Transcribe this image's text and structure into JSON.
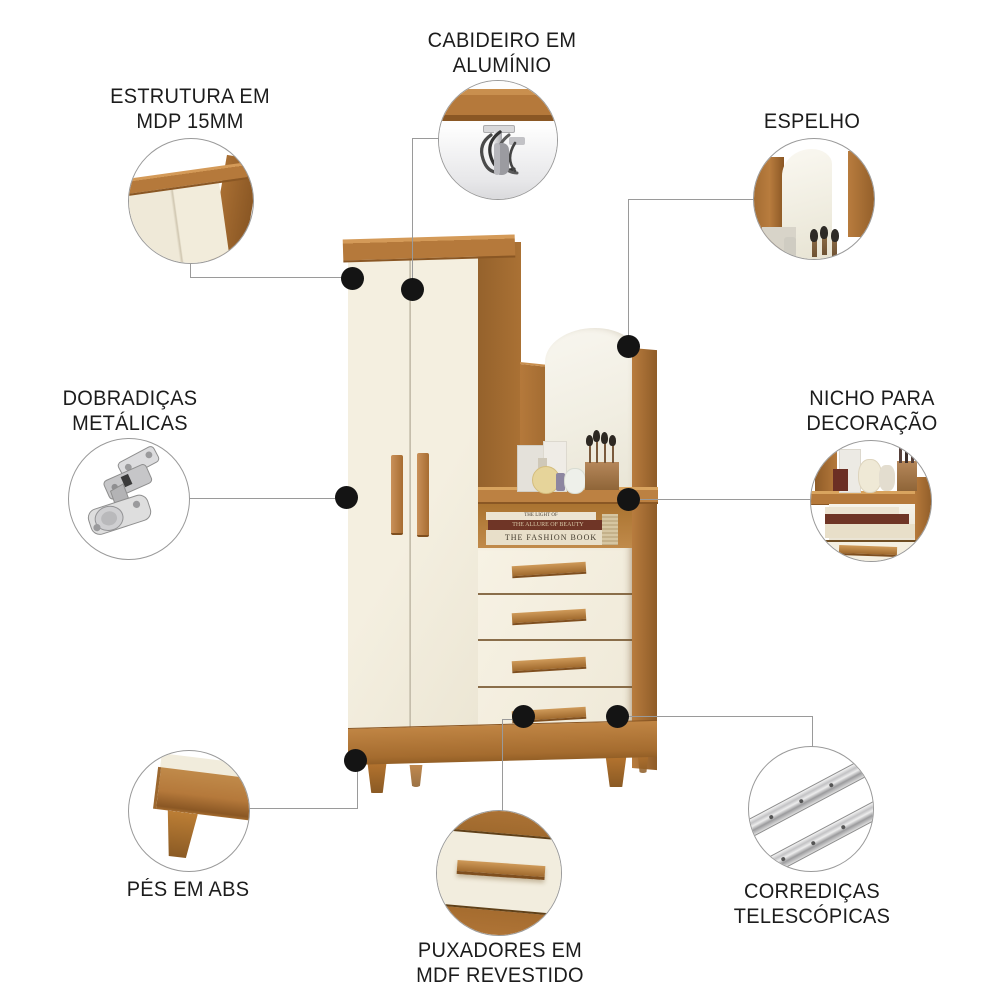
{
  "page": {
    "background": "#ffffff"
  },
  "colors": {
    "wood": "#b5793b",
    "wood_dark": "#8f5c28",
    "wood_light": "#cd9455",
    "cream": "#f1ecdc",
    "mirror": "#f1eee2",
    "metal": "#c9c9c9",
    "line": "#9a9a9a",
    "dot": "#141414",
    "text": "#1c1c1c"
  },
  "callouts": [
    {
      "id": "estrutura",
      "lines": [
        "ESTRUTURA EM",
        "MDP 15MM"
      ],
      "detail_icon": "wardrobe-top-corner-photo"
    },
    {
      "id": "cabideiro",
      "lines": [
        "CABIDEIRO EM",
        "ALUMÍNIO"
      ],
      "detail_icon": "aluminium-hanger-rail-photo"
    },
    {
      "id": "espelho",
      "lines": [
        "ESPELHO"
      ],
      "detail_icon": "mirror-photo"
    },
    {
      "id": "dobradicas",
      "lines": [
        "DOBRADIÇAS",
        "METÁLICAS"
      ],
      "detail_icon": "metal-hinge-photo"
    },
    {
      "id": "nicho",
      "lines": [
        "NICHO PARA",
        "DECORAÇÃO"
      ],
      "detail_icon": "decoration-niche-photo"
    },
    {
      "id": "pes",
      "lines": [
        "PÉS EM ABS"
      ],
      "detail_icon": "abs-foot-photo"
    },
    {
      "id": "puxadores",
      "lines": [
        "PUXADORES EM",
        "MDF REVESTIDO"
      ],
      "detail_icon": "mdf-handle-photo"
    },
    {
      "id": "corredicas",
      "lines": [
        "CORREDIÇAS",
        "TELESCÓPICAS"
      ],
      "detail_icon": "telescopic-slide-photo"
    }
  ],
  "product": {
    "name": "wardrobe-with-mirror-and-drawers",
    "book_spines": [
      "THE LIGHT OF",
      "THE ALLURE OF BEAUTY",
      "THE FASHION BOOK"
    ]
  }
}
